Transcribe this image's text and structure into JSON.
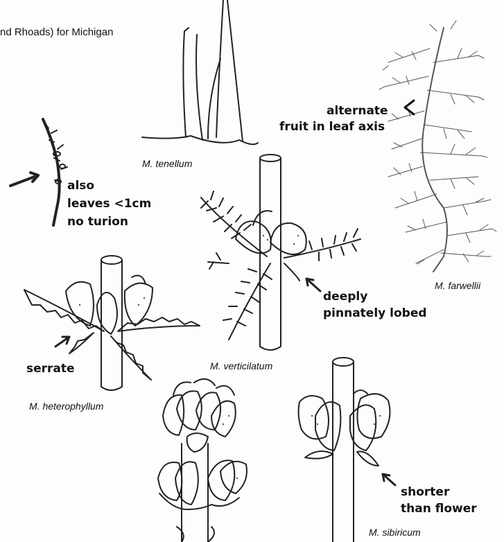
{
  "header_text": "nd Rhoads) for Michigan",
  "species": {
    "tenellum": "M. tenellum",
    "farwellii": "M. farwellii",
    "verticilatum": "M. verticilatum",
    "heterophyllum": "M. heterophyllum",
    "sibiricum": "M. sibiricum"
  },
  "notes": {
    "farwellii": [
      "alternate",
      "fruit in leaf axis"
    ],
    "small_sprig": [
      "also",
      "leaves <1cm",
      "no turion"
    ],
    "verticilatum": [
      "deeply",
      "pinnately lobed"
    ],
    "heterophyllum": "serrate",
    "sibiricum": [
      "shorter",
      "than flower"
    ]
  },
  "colors": {
    "ink": "#111111",
    "dense_ink": "#555555",
    "paper": "#fdfdfc"
  }
}
